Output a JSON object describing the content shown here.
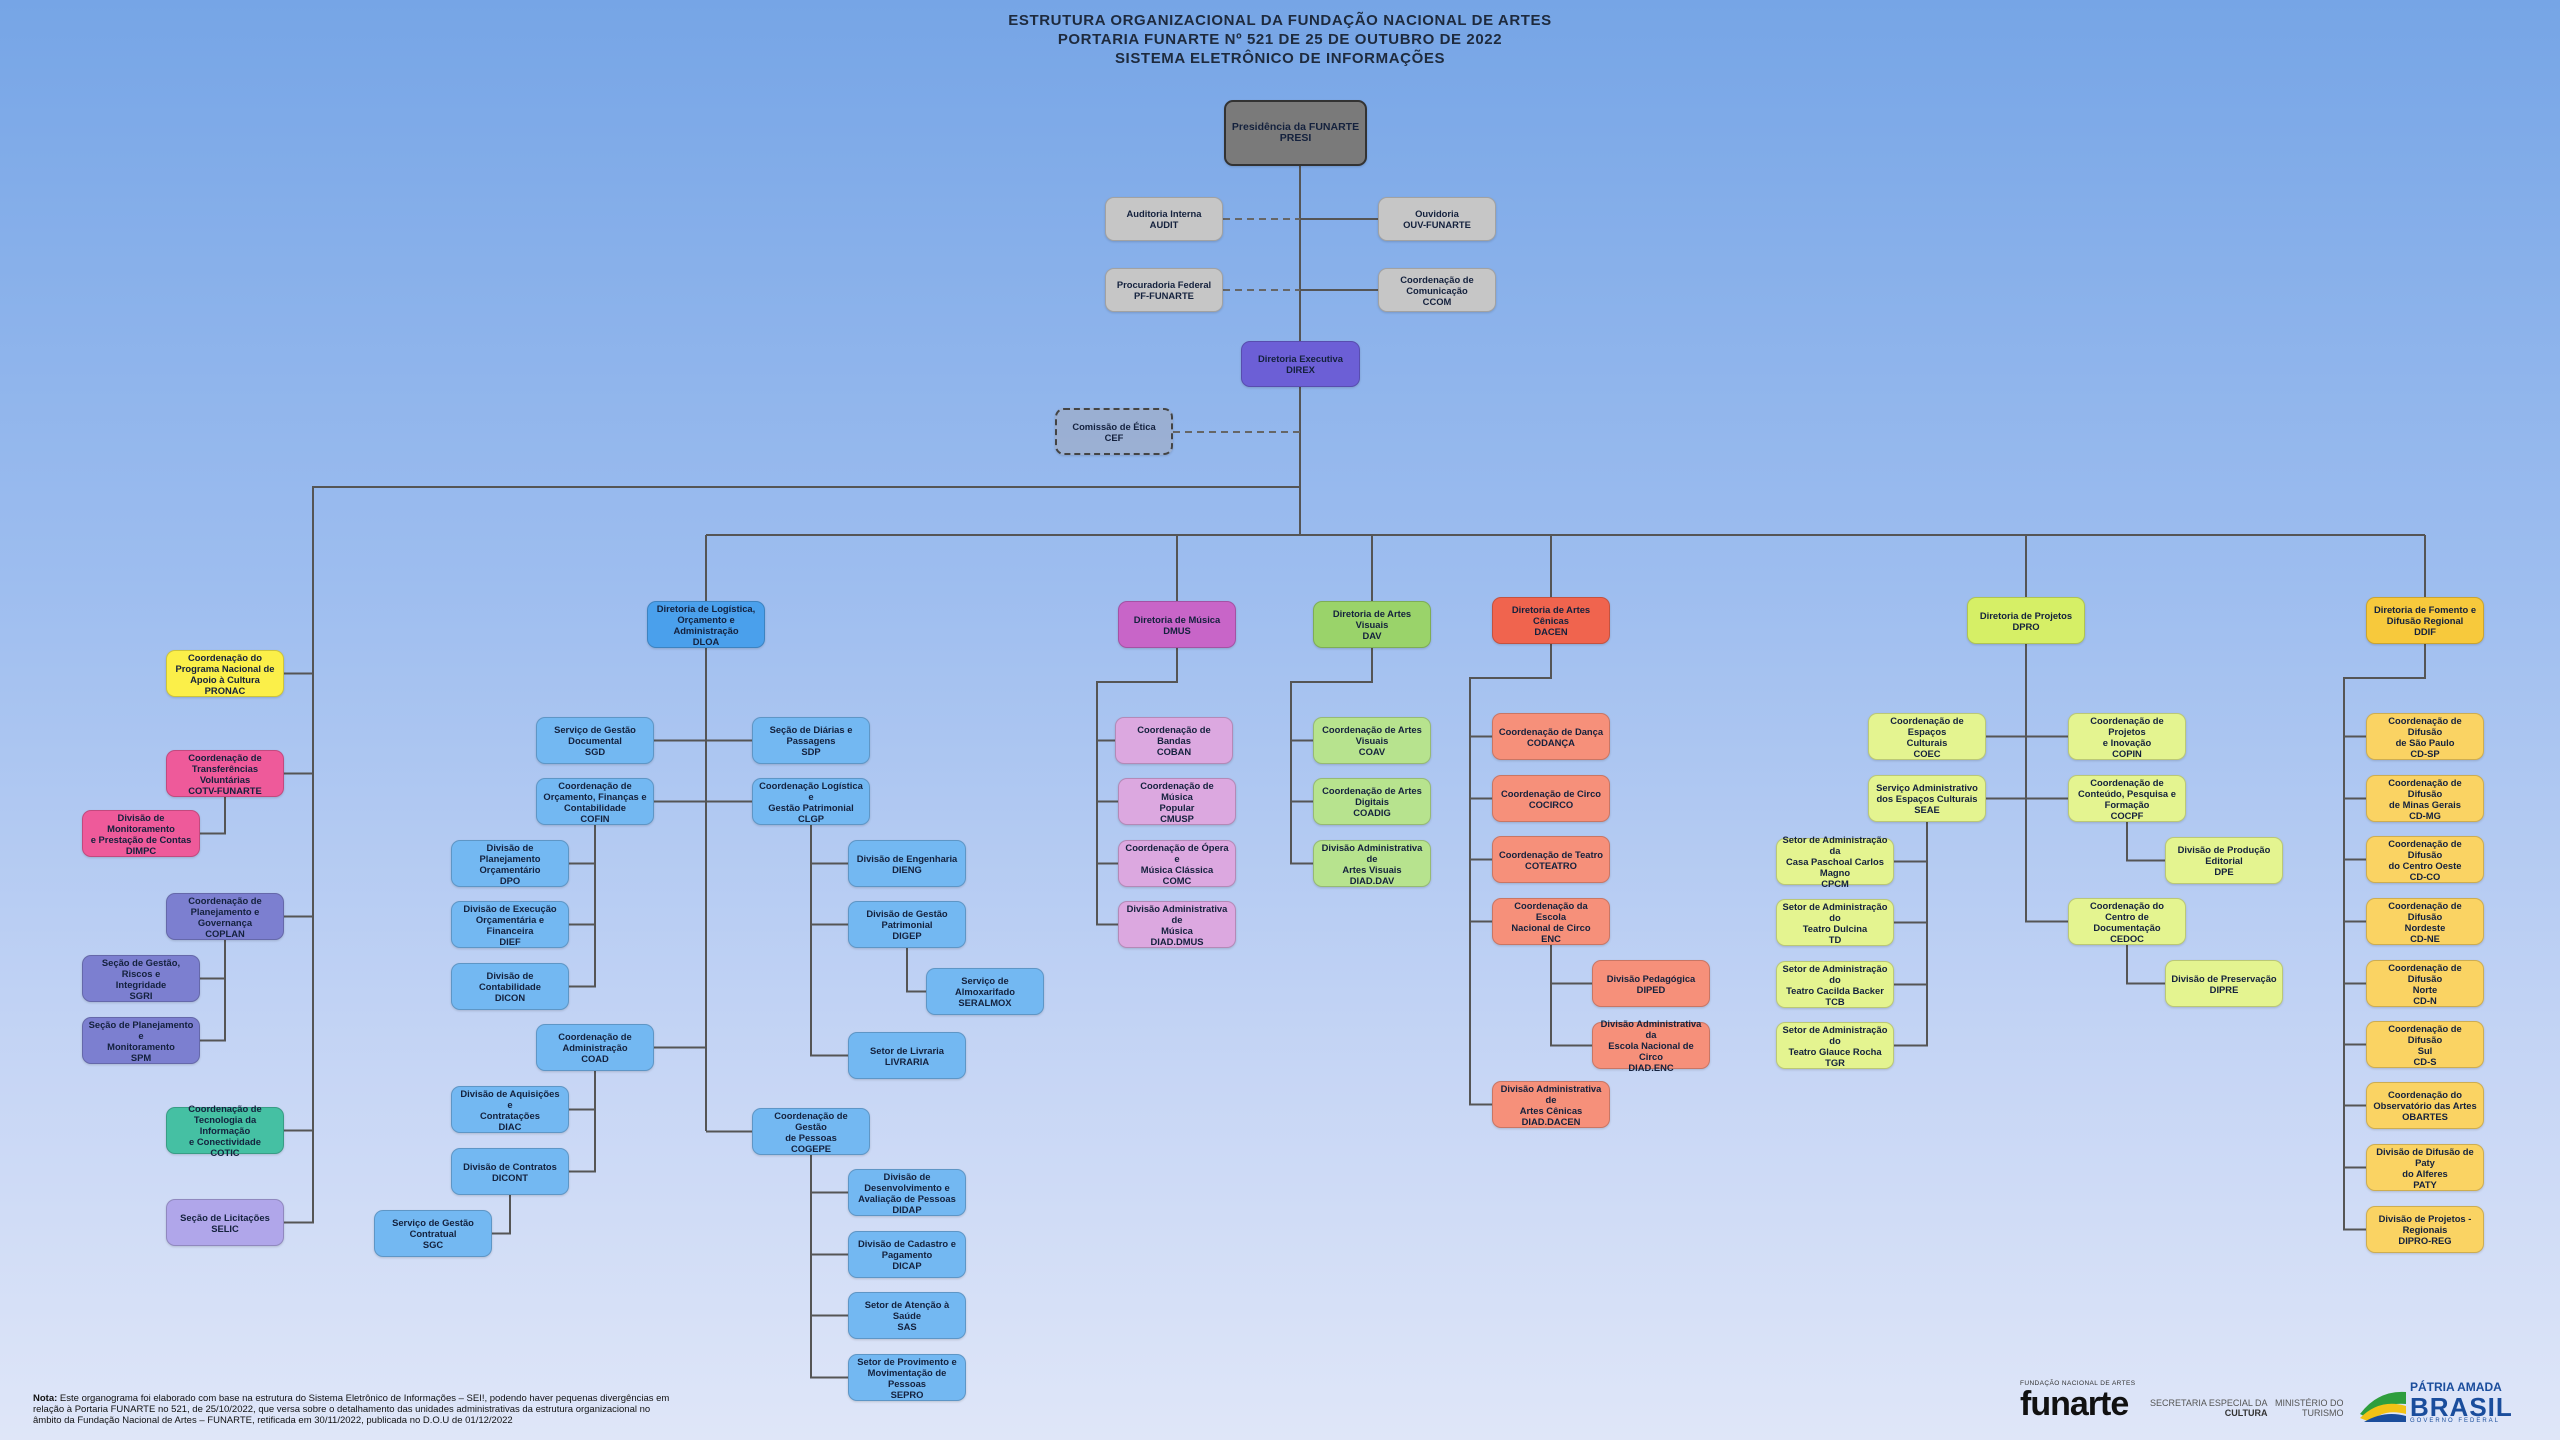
{
  "title": {
    "line1": "ESTRUTURA ORGANIZACIONAL DA FUNDAÇÃO NACIONAL DE ARTES",
    "line2": "PORTARIA FUNARTE Nº 521 DE 25 DE OUTUBRO DE 2022",
    "line3": "SISTEMA ELETRÔNICO DE INFORMAÇÕES"
  },
  "colors": {
    "presidency": "#7a7a7a",
    "advisory": "#c6c6c6",
    "direx": "#6c5fd6",
    "dloa": "#4aa0ec",
    "dloa_units": "#73b8f2",
    "dmus": "#c865c8",
    "dmus_units": "#dca8e0",
    "dav": "#9ad36a",
    "dav_units": "#b7e38e",
    "dacen": "#f0644e",
    "dacen_units": "#f6907a",
    "dpro": "#d6ef66",
    "dpro_units": "#e4f490",
    "ddif": "#f7c93c",
    "ddif_units": "#fad363",
    "pronac": "#fbef49",
    "cotv": "#ee5a9a",
    "coplan": "#7c7fd0",
    "cotic": "#45c0a3",
    "selic": "#b0a6ea",
    "lines": "#555555"
  },
  "nodes": [
    {
      "id": "PRESI",
      "lines": [
        "Presidência da FUNARTE",
        "PRESI"
      ]
    },
    {
      "id": "AUDIT",
      "lines": [
        "Auditoria Interna",
        "AUDIT"
      ]
    },
    {
      "id": "OUV",
      "lines": [
        "Ouvidoria",
        "OUV-FUNARTE"
      ]
    },
    {
      "id": "PF",
      "lines": [
        "Procuradoria Federal",
        "PF-FUNARTE"
      ]
    },
    {
      "id": "CCOM",
      "lines": [
        "Coordenação de",
        "Comunicação",
        "CCOM"
      ]
    },
    {
      "id": "DIREX",
      "lines": [
        "Diretoria Executiva",
        "DIREX"
      ]
    },
    {
      "id": "CEF",
      "lines": [
        "Comissão de Ética",
        "CEF"
      ]
    },
    {
      "id": "PRONAC",
      "lines": [
        "Coordenação do",
        "Programa Nacional de",
        "Apoio à Cultura",
        "PRONAC"
      ]
    },
    {
      "id": "COTV",
      "lines": [
        "Coordenação de",
        "Transferências Voluntárias",
        "COTV-FUNARTE"
      ]
    },
    {
      "id": "DIMPC",
      "lines": [
        "Divisão de Monitoramento",
        "e Prestação de Contas",
        "DIMPC"
      ]
    },
    {
      "id": "COPLAN",
      "lines": [
        "Coordenação de",
        "Planejamento e",
        "Governança",
        "COPLAN"
      ]
    },
    {
      "id": "SGRI",
      "lines": [
        "Seção de Gestão, Riscos e",
        "Integridade",
        "SGRI"
      ]
    },
    {
      "id": "SPM",
      "lines": [
        "Seção de Planejamento e",
        "Monitoramento",
        "SPM"
      ]
    },
    {
      "id": "COTIC",
      "lines": [
        "Coordenação de",
        "Tecnologia da Informação",
        "e Conectividade",
        "COTIC"
      ]
    },
    {
      "id": "SELIC",
      "lines": [
        "Seção de Licitações",
        "SELIC"
      ]
    },
    {
      "id": "DLOA",
      "lines": [
        "Diretoria de Logística,",
        "Orçamento e",
        "Administração",
        "DLOA"
      ]
    },
    {
      "id": "SGD",
      "lines": [
        "Serviço de Gestão",
        "Documental",
        "SGD"
      ]
    },
    {
      "id": "SDP",
      "lines": [
        "Seção de Diárias e",
        "Passagens",
        "SDP"
      ]
    },
    {
      "id": "COFIN",
      "lines": [
        "Coordenação de",
        "Orçamento, Finanças e",
        "Contabilidade",
        "COFIN"
      ]
    },
    {
      "id": "CLGP",
      "lines": [
        "Coordenação Logística e",
        "Gestão Patrimonial",
        "CLGP"
      ]
    },
    {
      "id": "DPO",
      "lines": [
        "Divisão de Planejamento",
        "Orçamentário",
        "DPO"
      ]
    },
    {
      "id": "DIEF",
      "lines": [
        "Divisão de Execução",
        "Orçamentária e Financeira",
        "DIEF"
      ]
    },
    {
      "id": "DICON",
      "lines": [
        "Divisão de Contabilidade",
        "DICON"
      ]
    },
    {
      "id": "DIENG",
      "lines": [
        "Divisão de Engenharia",
        "DIENG"
      ]
    },
    {
      "id": "DIGEP",
      "lines": [
        "Divisão de Gestão",
        "Patrimonial",
        "DIGEP"
      ]
    },
    {
      "id": "SERALMOX",
      "lines": [
        "Serviço de Almoxarifado",
        "SERALMOX"
      ]
    },
    {
      "id": "LIVRARIA",
      "lines": [
        "Setor de Livraria",
        "LIVRARIA"
      ]
    },
    {
      "id": "COAD",
      "lines": [
        "Coordenação de",
        "Administração",
        "COAD"
      ]
    },
    {
      "id": "DIAC",
      "lines": [
        "Divisão de Aquisições e",
        "Contratações",
        "DIAC"
      ]
    },
    {
      "id": "DICONT",
      "lines": [
        "Divisão de Contratos",
        "DICONT"
      ]
    },
    {
      "id": "SGC",
      "lines": [
        "Serviço de Gestão",
        "Contratual",
        "SGC"
      ]
    },
    {
      "id": "COGEPE",
      "lines": [
        "Coordenação de Gestão",
        "de Pessoas",
        "COGEPE"
      ]
    },
    {
      "id": "DIDAP",
      "lines": [
        "Divisão de",
        "Desenvolvimento e",
        "Avaliação de Pessoas",
        "DIDAP"
      ]
    },
    {
      "id": "DICAP",
      "lines": [
        "Divisão de Cadastro e",
        "Pagamento",
        "DICAP"
      ]
    },
    {
      "id": "SAS",
      "lines": [
        "Setor de Atenção à Saúde",
        "SAS"
      ]
    },
    {
      "id": "SEPRO",
      "lines": [
        "Setor de Provimento e",
        "Movimentação de Pessoas",
        "SEPRO"
      ]
    },
    {
      "id": "DMUS",
      "lines": [
        "Diretoria de Música",
        "DMUS"
      ]
    },
    {
      "id": "COBAN",
      "lines": [
        "Coordenação de Bandas",
        "COBAN"
      ]
    },
    {
      "id": "CMUSP",
      "lines": [
        "Coordenação de Música",
        "Popular",
        "CMUSP"
      ]
    },
    {
      "id": "COMC",
      "lines": [
        "Coordenação de Ópera e",
        "Música Clássica",
        "COMC"
      ]
    },
    {
      "id": "DIADDMUS",
      "lines": [
        "Divisão Administrativa de",
        "Música",
        "DIAD.DMUS"
      ]
    },
    {
      "id": "DAV",
      "lines": [
        "Diretoria de Artes Visuais",
        "DAV"
      ]
    },
    {
      "id": "COAV",
      "lines": [
        "Coordenação de Artes",
        "Visuais",
        "COAV"
      ]
    },
    {
      "id": "COADIG",
      "lines": [
        "Coordenação de Artes",
        "Digitais",
        "COADIG"
      ]
    },
    {
      "id": "DIADDAV",
      "lines": [
        "Divisão Administrativa de",
        "Artes Visuais",
        "DIAD.DAV"
      ]
    },
    {
      "id": "DACEN",
      "lines": [
        "Diretoria de Artes Cênicas",
        "DACEN"
      ]
    },
    {
      "id": "CODANCA",
      "lines": [
        "Coordenação de Dança",
        "CODANÇA"
      ]
    },
    {
      "id": "COCIRCO",
      "lines": [
        "Coordenação de Circo",
        "COCIRCO"
      ]
    },
    {
      "id": "COTEATRO",
      "lines": [
        "Coordenação de Teatro",
        "COTEATRO"
      ]
    },
    {
      "id": "ENC",
      "lines": [
        "Coordenação da Escola",
        "Nacional de Circo",
        "ENC"
      ]
    },
    {
      "id": "DIPED",
      "lines": [
        "Divisão Pedagógica",
        "DIPED"
      ]
    },
    {
      "id": "DIADENC",
      "lines": [
        "Divisão Administrativa da",
        "Escola Nacional de Circo",
        "DIAD.ENC"
      ]
    },
    {
      "id": "DIADDACEN",
      "lines": [
        "Divisão Administrativa de",
        "Artes Cênicas",
        "DIAD.DACEN"
      ]
    },
    {
      "id": "DPRO",
      "lines": [
        "Diretoria de Projetos",
        "DPRO"
      ]
    },
    {
      "id": "COEC",
      "lines": [
        "Coordenação de Espaços",
        "Culturais",
        "COEC"
      ]
    },
    {
      "id": "SEAE",
      "lines": [
        "Serviço Administrativo",
        "dos Espaços Culturais",
        "SEAE"
      ]
    },
    {
      "id": "CPCM",
      "lines": [
        "Setor de Administração da",
        "Casa Paschoal Carlos",
        "Magno",
        "CPCM"
      ]
    },
    {
      "id": "TD",
      "lines": [
        "Setor de Administração do",
        "Teatro Dulcina",
        "TD"
      ]
    },
    {
      "id": "TCB",
      "lines": [
        "Setor de Administração do",
        "Teatro Cacilda Backer",
        "TCB"
      ]
    },
    {
      "id": "TGR",
      "lines": [
        "Setor de Administração do",
        "Teatro Glauce Rocha",
        "TGR"
      ]
    },
    {
      "id": "COPIN",
      "lines": [
        "Coordenação de Projetos",
        "e Inovação",
        "COPIN"
      ]
    },
    {
      "id": "COCPF",
      "lines": [
        "Coordenação de",
        "Conteúdo, Pesquisa e",
        "Formação",
        "COCPF"
      ]
    },
    {
      "id": "DPE",
      "lines": [
        "Divisão de Produção",
        "Editorial",
        "DPE"
      ]
    },
    {
      "id": "CEDOC",
      "lines": [
        "Coordenação do Centro de",
        "Documentação",
        "CEDOC"
      ]
    },
    {
      "id": "DIPRE",
      "lines": [
        "Divisão de Preservação",
        "DIPRE"
      ]
    },
    {
      "id": "DDIF",
      "lines": [
        "Diretoria de Fomento e",
        "Difusão Regional",
        "DDIF"
      ]
    },
    {
      "id": "CDSP",
      "lines": [
        "Coordenação de Difusão",
        "de São Paulo",
        "CD-SP"
      ]
    },
    {
      "id": "CDMG",
      "lines": [
        "Coordenação de Difusão",
        "de Minas Gerais",
        "CD-MG"
      ]
    },
    {
      "id": "CDCO",
      "lines": [
        "Coordenação de Difusão",
        "do Centro Oeste",
        "CD-CO"
      ]
    },
    {
      "id": "CDNE",
      "lines": [
        "Coordenação de Difusão",
        "Nordeste",
        "CD-NE"
      ]
    },
    {
      "id": "CDN",
      "lines": [
        "Coordenação de Difusão",
        "Norte",
        "CD-N"
      ]
    },
    {
      "id": "CDS",
      "lines": [
        "Coordenação de Difusão",
        "Sul",
        "CD-S"
      ]
    },
    {
      "id": "OBARTES",
      "lines": [
        "Coordenação do",
        "Observatório das Artes",
        "OBARTES"
      ]
    },
    {
      "id": "PATY",
      "lines": [
        "Divisão de Difusão de Paty",
        "do Alferes",
        "PATY"
      ]
    },
    {
      "id": "DIPROREG",
      "lines": [
        "Divisão de Projetos -",
        "Regionais",
        "DIPRO-REG"
      ]
    }
  ],
  "note": {
    "label": "Nota:",
    "text": " Este organograma foi elaborado com base na estrutura do Sistema Eletrônico de Informações – SEI!, podendo haver pequenas divergências em relação à Portaria FUNARTE no 521, de 25/10/2022, que versa sobre o detalhamento das unidades administrativas da estrutura organizacional no âmbito da Fundação Nacional de Artes – FUNARTE, retificada em 30/11/2022, publicada no D.O.U de 01/12/2022"
  },
  "logos": {
    "funarte_small": "FUNDAÇÃO NACIONAL DE ARTES",
    "funarte": "funarte",
    "secretaria": "SECRETARIA ESPECIAL DA",
    "cultura": "CULTURA",
    "ministerio": "MINISTÉRIO DO",
    "turismo": "TURISMO",
    "patria": "PÁTRIA AMADA",
    "brasil": "BRASIL",
    "governo": "GOVERNO FEDERAL"
  }
}
